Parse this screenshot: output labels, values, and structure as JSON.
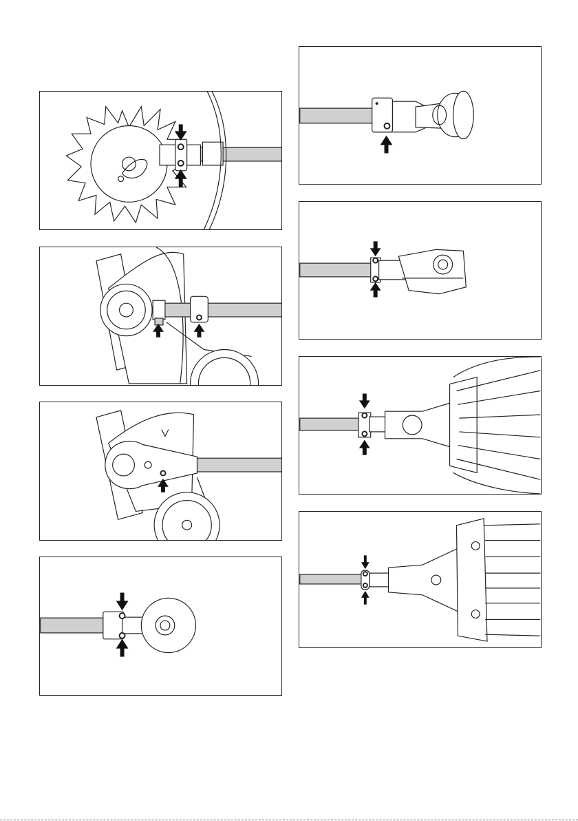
{
  "page": {
    "figures": [
      {
        "id": "fig-left-1",
        "icon": "cultivator-attachment-icon"
      },
      {
        "id": "fig-left-2",
        "icon": "edger-attachment-icon"
      },
      {
        "id": "fig-left-3",
        "icon": "edger-belt-attachment-icon"
      },
      {
        "id": "fig-left-4",
        "icon": "gear-head-attachment-icon"
      },
      {
        "id": "fig-right-1",
        "icon": "angle-gearbox-attachment-icon"
      },
      {
        "id": "fig-right-2",
        "icon": "brushcutter-gearbox-attachment-icon"
      },
      {
        "id": "fig-right-3",
        "icon": "rake-attachment-icon"
      },
      {
        "id": "fig-right-4",
        "icon": "sweeper-brush-attachment-icon"
      }
    ],
    "arrow_color": "#111111",
    "shaft_color": "#d0d0d0"
  }
}
